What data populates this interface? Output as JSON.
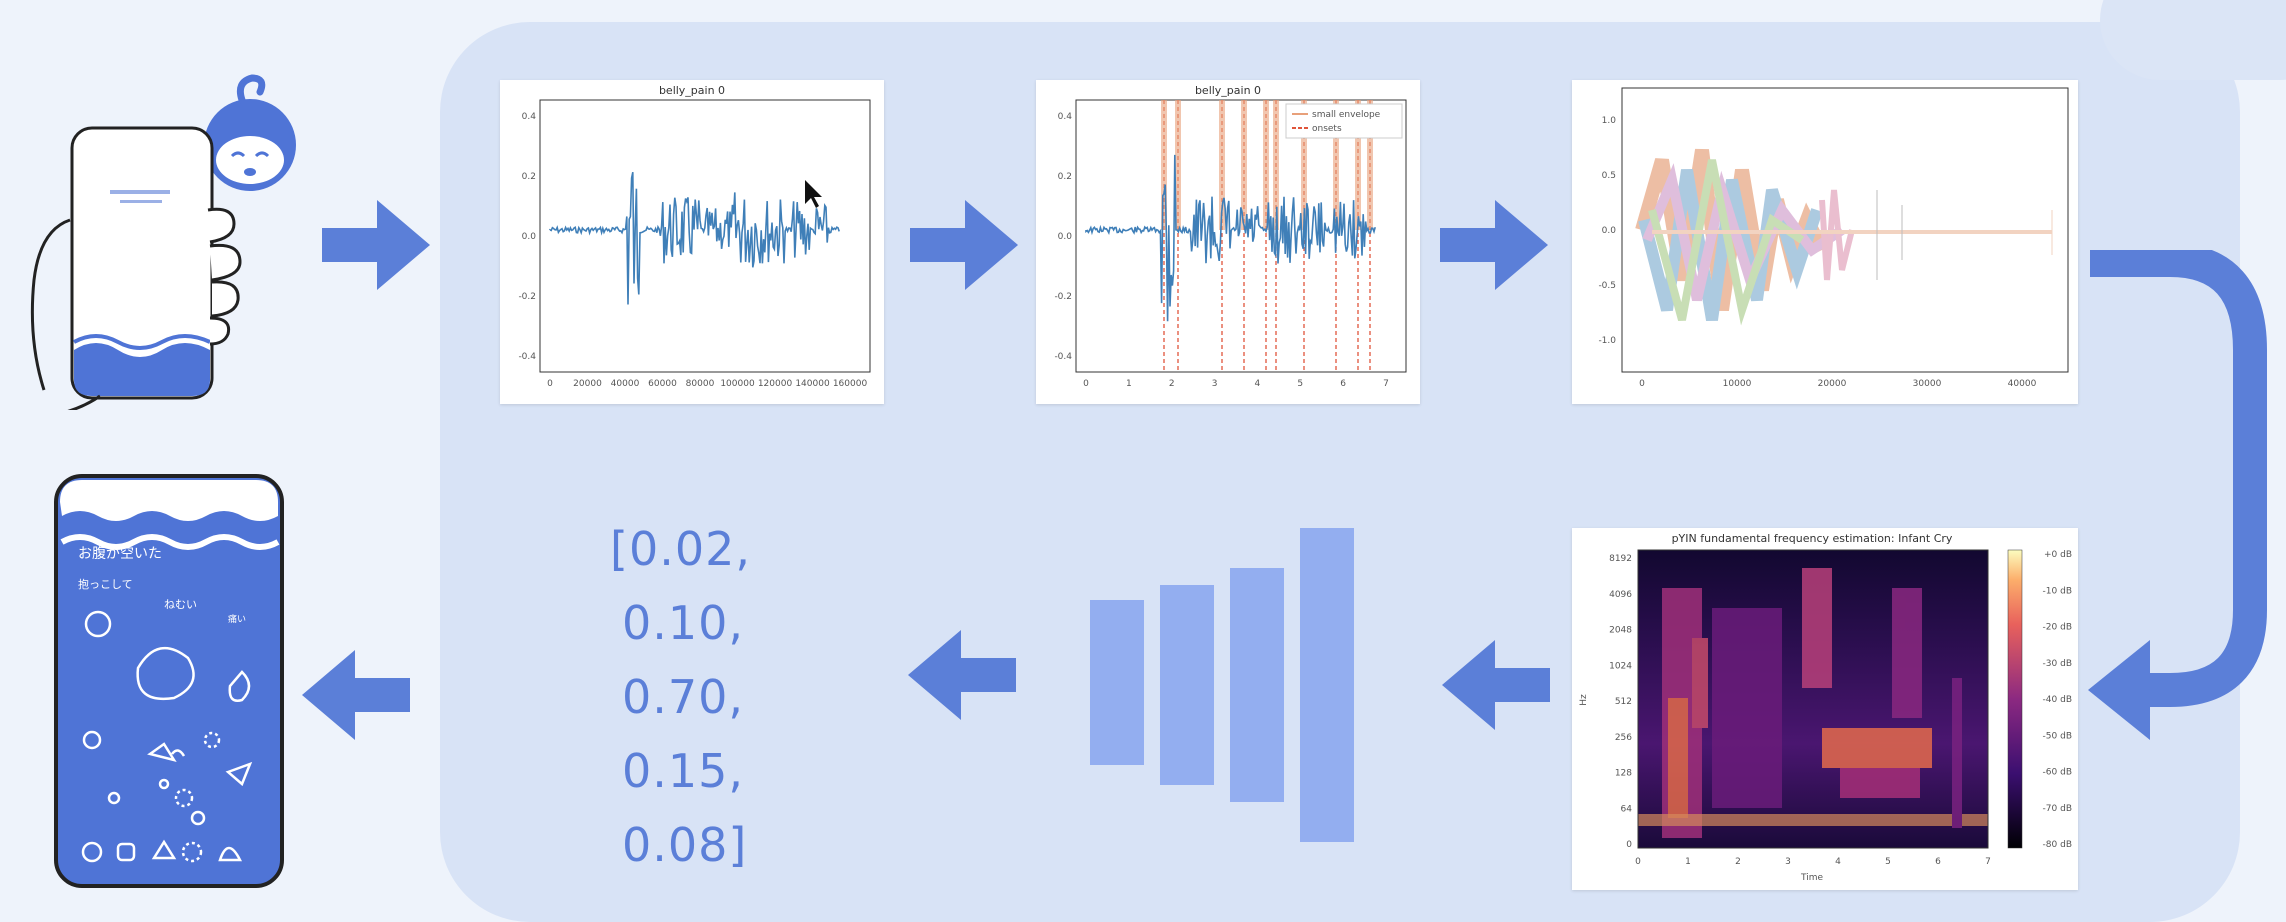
{
  "plots": {
    "waveform": {
      "title": "belly_pain 0",
      "y_ticks": [
        "0.4",
        "0.2",
        "0.0",
        "-0.2",
        "-0.4"
      ],
      "x_ticks": [
        "0",
        "20000",
        "40000",
        "60000",
        "80000",
        "100000",
        "120000",
        "140000",
        "160000"
      ]
    },
    "segmented": {
      "title": "belly_pain 0",
      "legend": [
        "small envelope",
        "onsets"
      ],
      "y_ticks": [
        "0.4",
        "0.2",
        "0.0",
        "-0.2",
        "-0.4"
      ],
      "x_ticks": [
        "0",
        "1",
        "2",
        "3",
        "4",
        "5",
        "6",
        "7"
      ]
    },
    "overlay": {
      "y_ticks": [
        "1.0",
        "0.5",
        "0.0",
        "-0.5",
        "-1.0"
      ],
      "x_ticks": [
        "0",
        "10000",
        "20000",
        "30000",
        "40000"
      ]
    },
    "spectrogram": {
      "title": "pYIN fundamental frequency estimation: Infant Cry",
      "ylabel": "Hz",
      "xlabel": "Time",
      "y_ticks": [
        "8192",
        "4096",
        "2048",
        "1024",
        "512",
        "256",
        "128",
        "64",
        "0"
      ],
      "x_ticks": [
        "0",
        "1",
        "2",
        "3",
        "4",
        "5",
        "6",
        "7"
      ],
      "colorbar_ticks": [
        "+0 dB",
        "-10 dB",
        "-20 dB",
        "-30 dB",
        "-40 dB",
        "-50 dB",
        "-60 dB",
        "-70 dB",
        "-80 dB"
      ]
    }
  },
  "vector": [
    "[0.02,",
    "0.10,",
    "0.70,",
    "0.15,",
    "0.08]"
  ],
  "result_phone": {
    "headline": "お腹が空いた",
    "label_hold": "抱っこして",
    "label_sleepy": "ねむい",
    "label_hungry": "痛い"
  },
  "colors": {
    "arrow": "#5b7fd8",
    "panel": "#d8e3f6",
    "phone_blue": "#4f74d6",
    "waveform": "#3f7fb8",
    "onset_line": "#e0553b"
  }
}
